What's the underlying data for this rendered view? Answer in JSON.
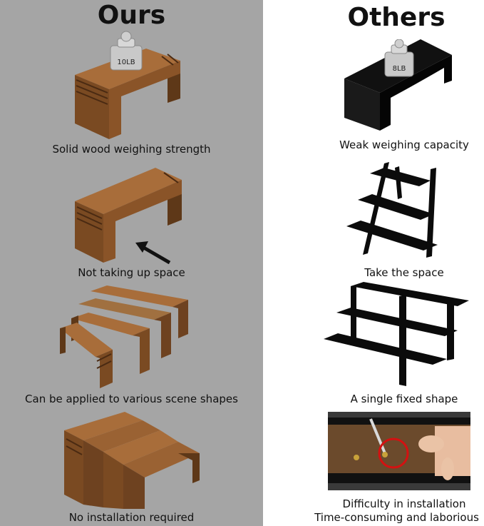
{
  "headings": {
    "ours": "Ours",
    "others": "Others"
  },
  "weights": {
    "ours": "10LB",
    "others": "8LB"
  },
  "ours_captions": [
    "Solid wood weighing strength",
    "Not taking up space",
    "Can be applied to various scene shapes",
    "No installation required"
  ],
  "others_captions": [
    "Weak weighing capacity",
    "Take the space",
    "A single fixed shape",
    "Difficulty in installation",
    "Time-consuming and laborious"
  ],
  "colors": {
    "left_bg": "#a5a5a5",
    "right_bg": "#ffffff",
    "wood_top": "#9a6233",
    "wood_side": "#6e4220",
    "wood_dark": "#4a2a12",
    "acrylic": "#0b0b0b",
    "highlight_circle": "#d41111"
  }
}
